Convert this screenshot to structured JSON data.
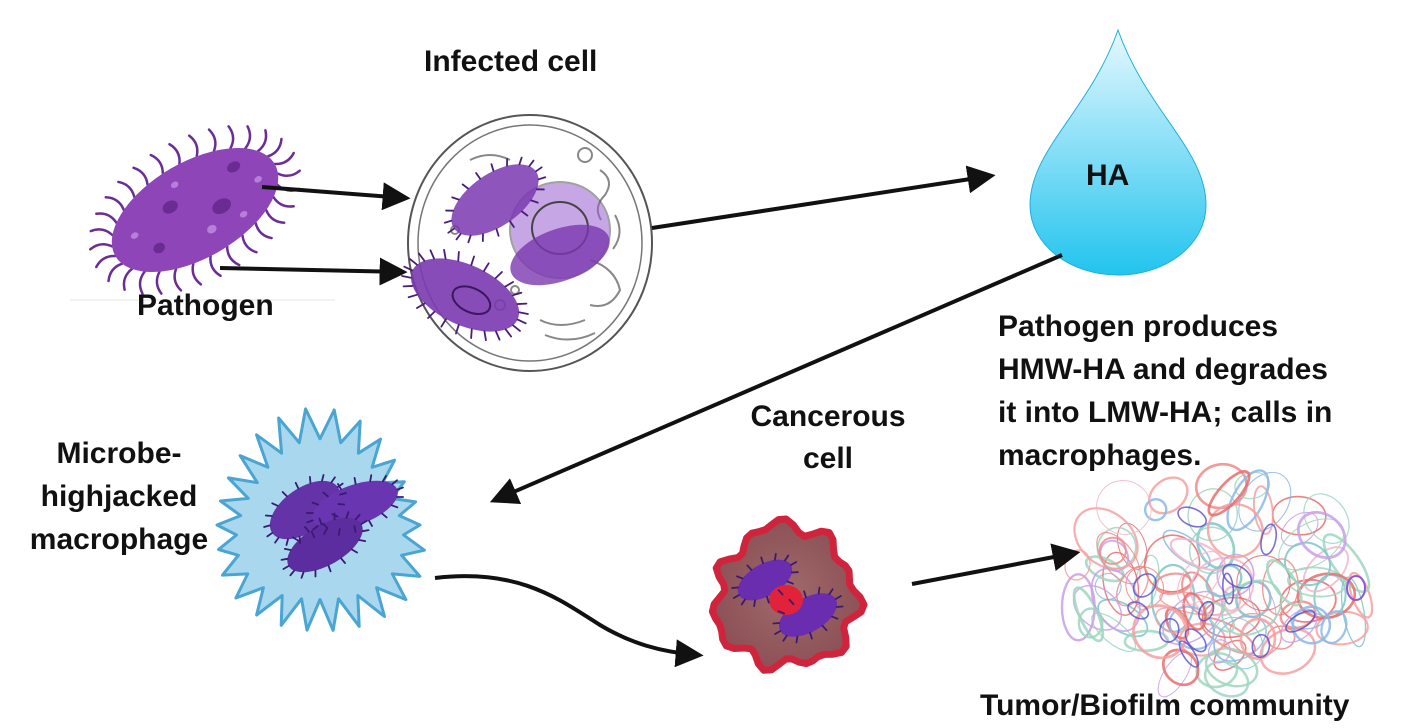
{
  "labels": {
    "infected_cell": "Infected cell",
    "pathogen": "Pathogen",
    "ha": "HA",
    "ha_description": [
      "Pathogen produces",
      "HMW-HA and degrades",
      "it into LMW-HA; calls in",
      "macrophages."
    ],
    "cancerous_cell": [
      "Cancerous",
      "cell"
    ],
    "macrophage": [
      "Microbe-",
      "highjacked",
      "macrophage"
    ],
    "tumor": "Tumor/Biofilm community"
  },
  "colors": {
    "pathogen_body": "#8e45b8",
    "pathogen_spots": "#6a2b92",
    "pathogen_cilia": "#6b2d95",
    "ha_drop_top": "#e6f8ff",
    "ha_drop_bottom": "#22c4ee",
    "macrophage_fill": "#a9d8ee",
    "macrophage_edge": "#4aa5d2",
    "cancer_edge": "#d0243c",
    "cancer_fill": "#9a6060",
    "nucleus_red": "#e0223a",
    "tumor_red": "#f08a8a",
    "arrow": "#111111"
  },
  "icons": [
    "pathogen-icon",
    "infected-cell-icon",
    "ha-droplet-icon",
    "macrophage-icon",
    "cancerous-cell-icon",
    "tumor-biofilm-icon"
  ]
}
